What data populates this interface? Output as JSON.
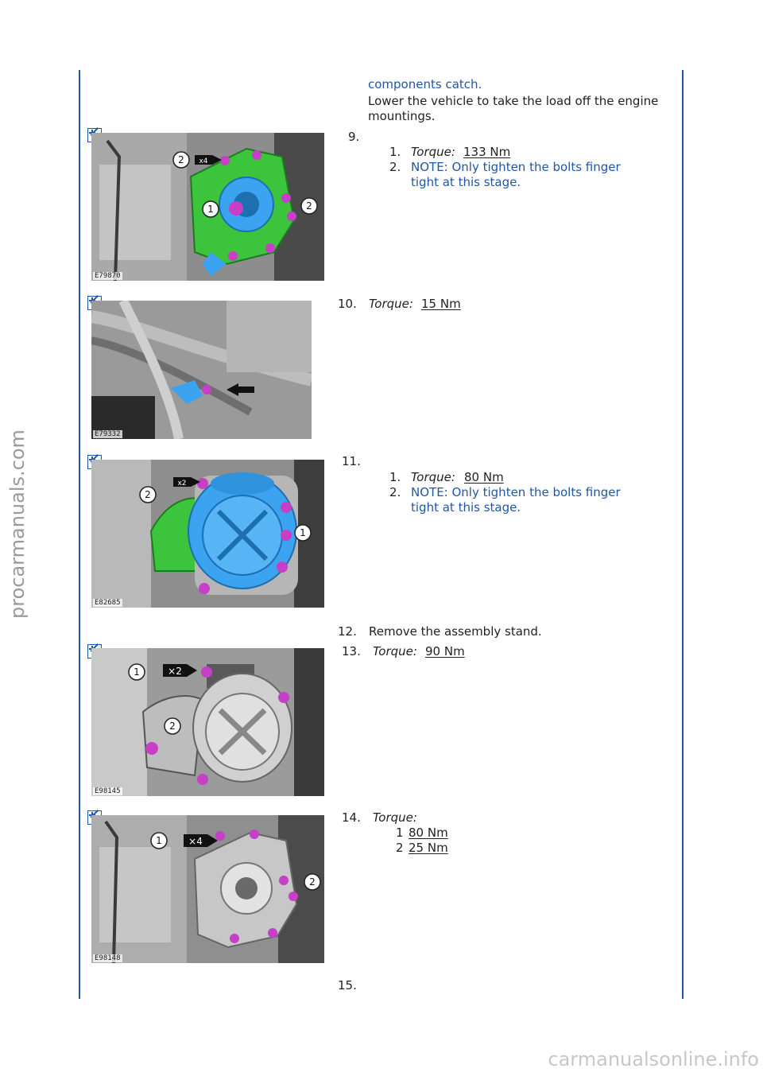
{
  "intro": {
    "note_tail": "components catch.",
    "line1": "Lower the vehicle to take the load off the engine",
    "line2": "mountings."
  },
  "steps": {
    "s9": {
      "num": "9.",
      "fig": "E79870",
      "callouts": [
        "2",
        "x4",
        "1",
        "2"
      ],
      "items": [
        {
          "n": "1.",
          "label": "Torque:",
          "value": "133 Nm"
        },
        {
          "n": "2.",
          "note1": "NOTE: Only tighten the bolts finger",
          "note2": "tight at this stage."
        }
      ]
    },
    "s10": {
      "num": "10.",
      "fig": "E79332",
      "label": "Torque:",
      "value": "15 Nm"
    },
    "s11": {
      "num": "11.",
      "fig": "E82685",
      "callouts": [
        "2",
        "x2",
        "1"
      ],
      "items": [
        {
          "n": "1.",
          "label": "Torque:",
          "value": "80 Nm"
        },
        {
          "n": "2.",
          "note1": "NOTE: Only tighten the bolts finger",
          "note2": "tight at this stage."
        }
      ]
    },
    "s12": {
      "num": "12.",
      "text": "Remove the assembly stand."
    },
    "s13": {
      "num": "13.",
      "fig": "E98145",
      "callouts": [
        "1",
        "×2",
        "2"
      ],
      "label": "Torque:",
      "value": "90 Nm"
    },
    "s14": {
      "num": "14.",
      "fig": "E98148",
      "callouts": [
        "1",
        "×4",
        "2"
      ],
      "label": "Torque:",
      "rows": [
        {
          "n": "1",
          "value": "80 Nm"
        },
        {
          "n": "2",
          "value": "25 Nm"
        }
      ]
    },
    "s15": {
      "num": "15."
    }
  },
  "watermarks": {
    "side": "procarmanuals.com",
    "bottom": "carmanualsonline.info"
  },
  "colors": {
    "accent_blue": "#1f56a8",
    "part_green": "#3cc43c",
    "part_blue": "#3ba3f0",
    "bolt_magenta": "#c63fc6"
  }
}
